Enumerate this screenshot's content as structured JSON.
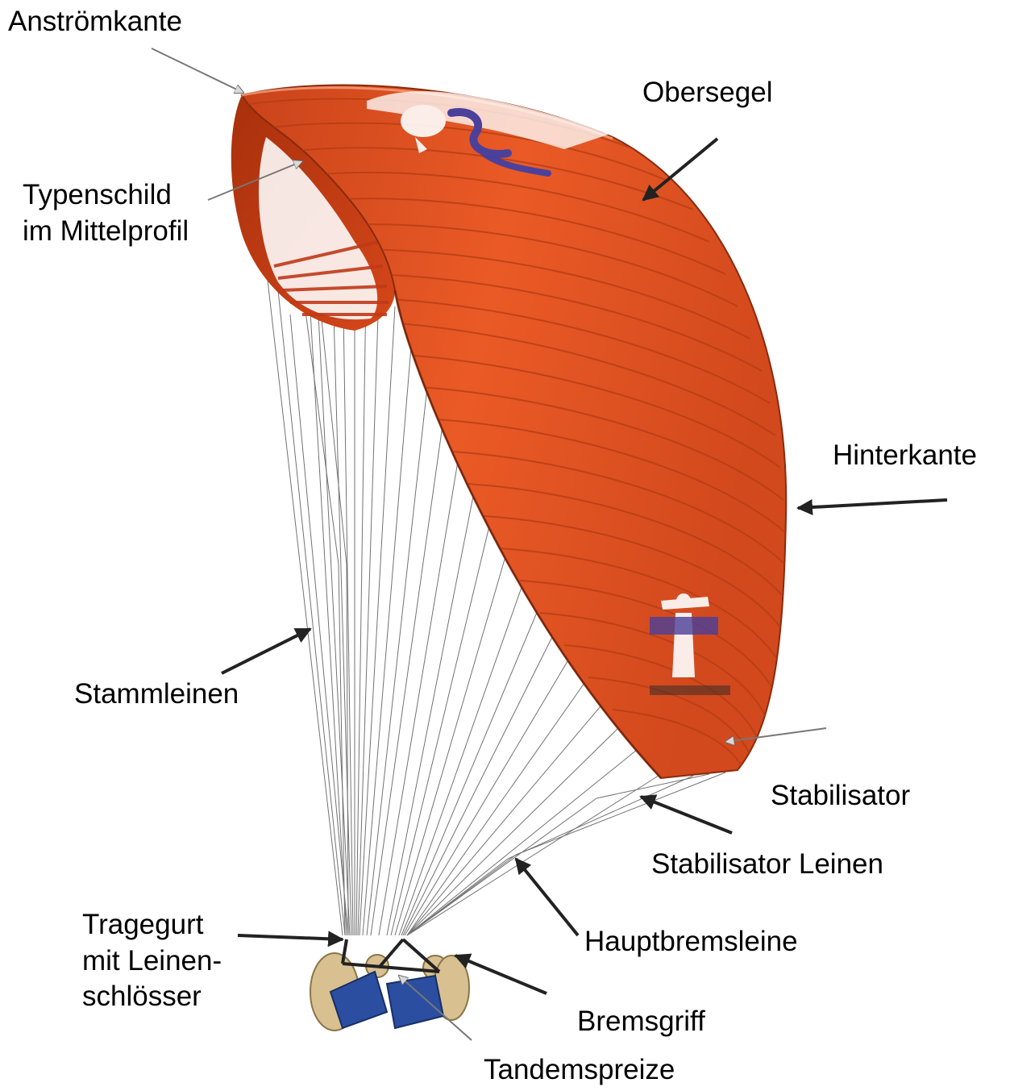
{
  "labels": {
    "anstroemkante": "Anströmkante",
    "obersegel": "Obersegel",
    "typenschild_line1": "Typenschild",
    "typenschild_line2": "im Mittelprofil",
    "hinterkante": "Hinterkante",
    "stammleinen": "Stammleinen",
    "stabilisator": "Stabilisator",
    "stabilisator_leinen": "Stabilisator Leinen",
    "hauptbremsleine": "Hauptbremsleine",
    "tragegurt_line1": "Tragegurt",
    "tragegurt_line2": "mit Leinen-",
    "tragegurt_line3": "schlösser",
    "bremsgriff": "Bremsgriff",
    "tandemspreize": "Tandemspreize"
  },
  "colors": {
    "canopy": "#e2501f",
    "canopy_dark": "#b8360e",
    "canopy_light": "#f2713c",
    "logo_blue": "#3b3fa8",
    "harness_blue": "#2b4ea0",
    "pilot_skin": "#d8c090",
    "lines": "#555555",
    "arrow_black": "#222222",
    "arrow_grey": "#d9d9d9"
  }
}
